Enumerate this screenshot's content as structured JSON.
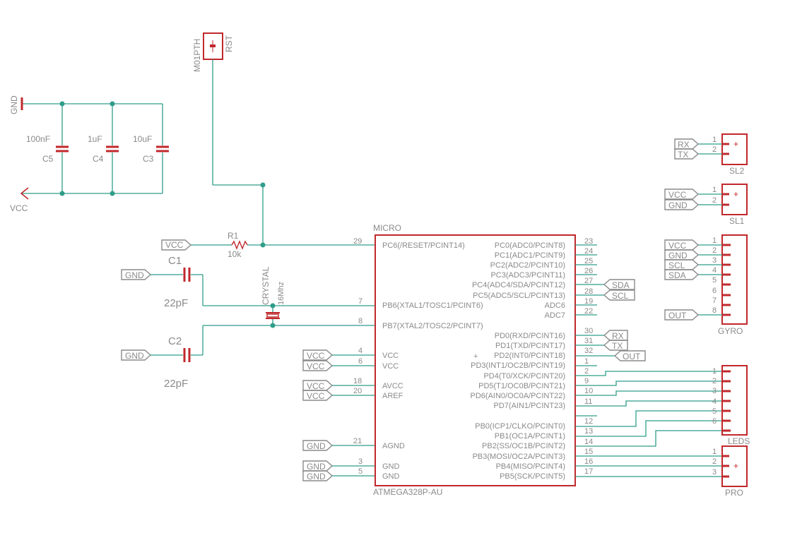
{
  "decoupling": {
    "gnd_label": "GND",
    "vcc_label": "VCC",
    "caps": [
      {
        "value": "100nF",
        "name": "C5"
      },
      {
        "value": "1uF",
        "name": "C4"
      },
      {
        "value": "10uF",
        "name": "C3"
      }
    ]
  },
  "reset_header": {
    "name": "M01PTH",
    "label": "RST"
  },
  "resistor": {
    "name": "R1",
    "value": "10k"
  },
  "crystal": {
    "name": "CRYSTAL",
    "value": "16Mhz"
  },
  "load_caps": [
    {
      "name": "C1",
      "value": "22pF"
    },
    {
      "name": "C2",
      "value": "22pF"
    }
  ],
  "mcu": {
    "name": "MICRO",
    "part": "ATMEGA328P-AU",
    "left_pins": [
      {
        "num": "29",
        "label": "PC6(/RESET/PCINT14)"
      },
      {
        "num": "7",
        "label": "PB6(XTAL1/TOSC1/PCINT6)"
      },
      {
        "num": "8",
        "label": "PB7(XTAL2/TOSC2/PCINT7)"
      },
      {
        "num": "4",
        "label": "VCC"
      },
      {
        "num": "6",
        "label": "VCC"
      },
      {
        "num": "18",
        "label": "AVCC"
      },
      {
        "num": "20",
        "label": "AREF"
      },
      {
        "num": "21",
        "label": "AGND"
      },
      {
        "num": "3",
        "label": "GND"
      },
      {
        "num": "5",
        "label": "GND"
      }
    ],
    "right_pins": [
      {
        "num": "23",
        "label": "PC0(ADC0/PCINT8)"
      },
      {
        "num": "24",
        "label": "PC1(ADC1/PCINT9)"
      },
      {
        "num": "25",
        "label": "PC2(ADC2/PCINT10)"
      },
      {
        "num": "26",
        "label": "PC3(ADC3/PCINT11)"
      },
      {
        "num": "27",
        "label": "PC4(ADC4/SDA/PCINT12)"
      },
      {
        "num": "28",
        "label": "PC5(ADC5/SCL/PCINT13)"
      },
      {
        "num": "19",
        "label": "ADC6"
      },
      {
        "num": "22",
        "label": "ADC7"
      },
      {
        "num": "30",
        "label": "PD0(RXD/PCINT16)"
      },
      {
        "num": "31",
        "label": "PD1(TXD/PCINT17)"
      },
      {
        "num": "32",
        "label": "PD2(INT0/PCINT18)"
      },
      {
        "num": "1",
        "label": "PD3(INT1/OC2B/PCINT19)"
      },
      {
        "num": "2",
        "label": "PD4(T0/XCK/PCINT20)"
      },
      {
        "num": "9",
        "label": "PD5(T1/OC0B/PCINT21)"
      },
      {
        "num": "10",
        "label": "PD6(AIN0/OC0A/PCINT22)"
      },
      {
        "num": "11",
        "label": "PD7(AIN1/PCINT23)"
      },
      {
        "num": "12",
        "label": "PB0(ICP1/CLKO/PCINT0)"
      },
      {
        "num": "13",
        "label": "PB1(OC1A/PCINT1)"
      },
      {
        "num": "14",
        "label": "PB2(SS/OC1B/PCINT2)"
      },
      {
        "num": "15",
        "label": "PB3(MOSI/OC2A/PCINT3)"
      },
      {
        "num": "16",
        "label": "PB4(MISO/PCINT4)"
      },
      {
        "num": "17",
        "label": "PB5(SCK/PCINT5)"
      }
    ]
  },
  "net_labels": {
    "vcc": "VCC",
    "gnd": "GND",
    "sda": "SDA",
    "scl": "SCL",
    "rx": "RX",
    "tx": "TX",
    "out": "OUT"
  },
  "connectors": {
    "sl2": {
      "name": "SL2",
      "pins": [
        "1",
        "2"
      ]
    },
    "sl1": {
      "name": "SL1",
      "pins": [
        "1",
        "2"
      ]
    },
    "gyro": {
      "name": "GYRO",
      "pins": [
        "1",
        "2",
        "3",
        "4",
        "5",
        "6",
        "7",
        "8"
      ]
    },
    "leds": {
      "name": "LEDS",
      "pins": [
        "1",
        "2",
        "3",
        "4",
        "5",
        "6"
      ]
    },
    "pro": {
      "name": "PRO",
      "pins": [
        "1",
        "2",
        "3"
      ]
    }
  },
  "colors": {
    "symbol": "#c0282c",
    "wire": "#2f9d8a",
    "text": "#8a8a8a",
    "background": "#ffffff"
  }
}
